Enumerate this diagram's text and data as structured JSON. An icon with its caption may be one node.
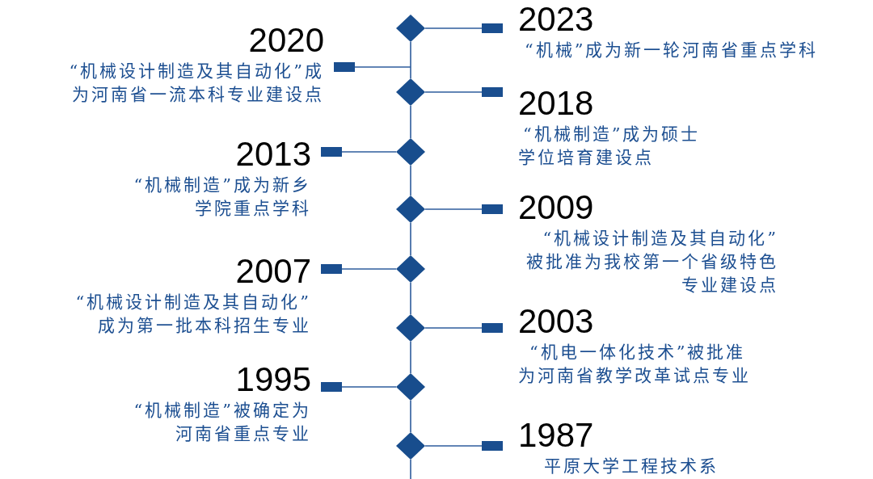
{
  "diagram": {
    "nodes": [
      {
        "text": [
          "2023",
          "“机械”成为新一轮河南省重点学科"
        ]
      },
      {
        "text": [
          "2020",
          "“机械设计制造及其自动化”成为河南省一流本科专业建设点"
        ]
      },
      {
        "text": [
          "2018",
          "“机械制造”成为硕士学位培育建设点"
        ]
      },
      {
        "text": [
          "2013",
          "“机械制造”成为新乡学院重点学科"
        ]
      },
      {
        "text": [
          "2009",
          "“机械设计制造及其自动化”被批准为我校第一个省级特色专业建设点"
        ]
      },
      {
        "text": [
          "2007",
          "“机械设计制造及其自动化”成为第一批本科招生专业"
        ]
      },
      {
        "text": [
          "2003",
          "“机电一体化技术”被批准为河南省教学改革试点专业"
        ]
      },
      {
        "text": [
          "1995",
          "“机械制造”被确定为河南省重点专业"
        ]
      },
      {
        "text": [
          "1987",
          "平原大学工程技术系"
        ]
      },
      {
        "text": [],
        "shape": "diamond"
      },
      {
        "text": [],
        "shape": "diamond"
      },
      {
        "text": [],
        "shape": "diamond"
      },
      {
        "text": [],
        "shape": "diamond"
      },
      {
        "text": [],
        "shape": "diamond"
      },
      {
        "text": [],
        "shape": "diamond"
      },
      {
        "text": [],
        "shape": "diamond"
      },
      {
        "text": [],
        "shape": "diamond"
      }
    ],
    "edges": [
      {
        "from": 9,
        "to": 10,
        "arrow": "none"
      },
      {
        "from": 10,
        "to": 11,
        "arrow": "none"
      },
      {
        "from": 11,
        "to": 12,
        "arrow": "none"
      },
      {
        "from": 12,
        "to": 13,
        "arrow": "none"
      },
      {
        "from": 13,
        "to": 14,
        "arrow": "none"
      },
      {
        "from": 14,
        "to": 15,
        "arrow": "none"
      },
      {
        "from": 15,
        "to": 16,
        "arrow": "none"
      },
      {
        "from": 16,
        "to": null,
        "arrow": "none"
      },
      {
        "from": 9,
        "to": 0,
        "arrow": "other"
      },
      {
        "from": null,
        "to": 1,
        "arrow": "other"
      },
      {
        "from": 10,
        "to": 2,
        "arrow": "other"
      },
      {
        "from": 11,
        "to": 3,
        "arrow": "other"
      },
      {
        "from": 12,
        "to": 4,
        "arrow": "other"
      },
      {
        "from": 13,
        "to": 5,
        "arrow": "other"
      },
      {
        "from": 14,
        "to": 6,
        "arrow": "other"
      },
      {
        "from": 15,
        "to": 7,
        "arrow": "other"
      },
      {
        "from": 16,
        "to": 8,
        "arrow": "other"
      }
    ]
  }
}
